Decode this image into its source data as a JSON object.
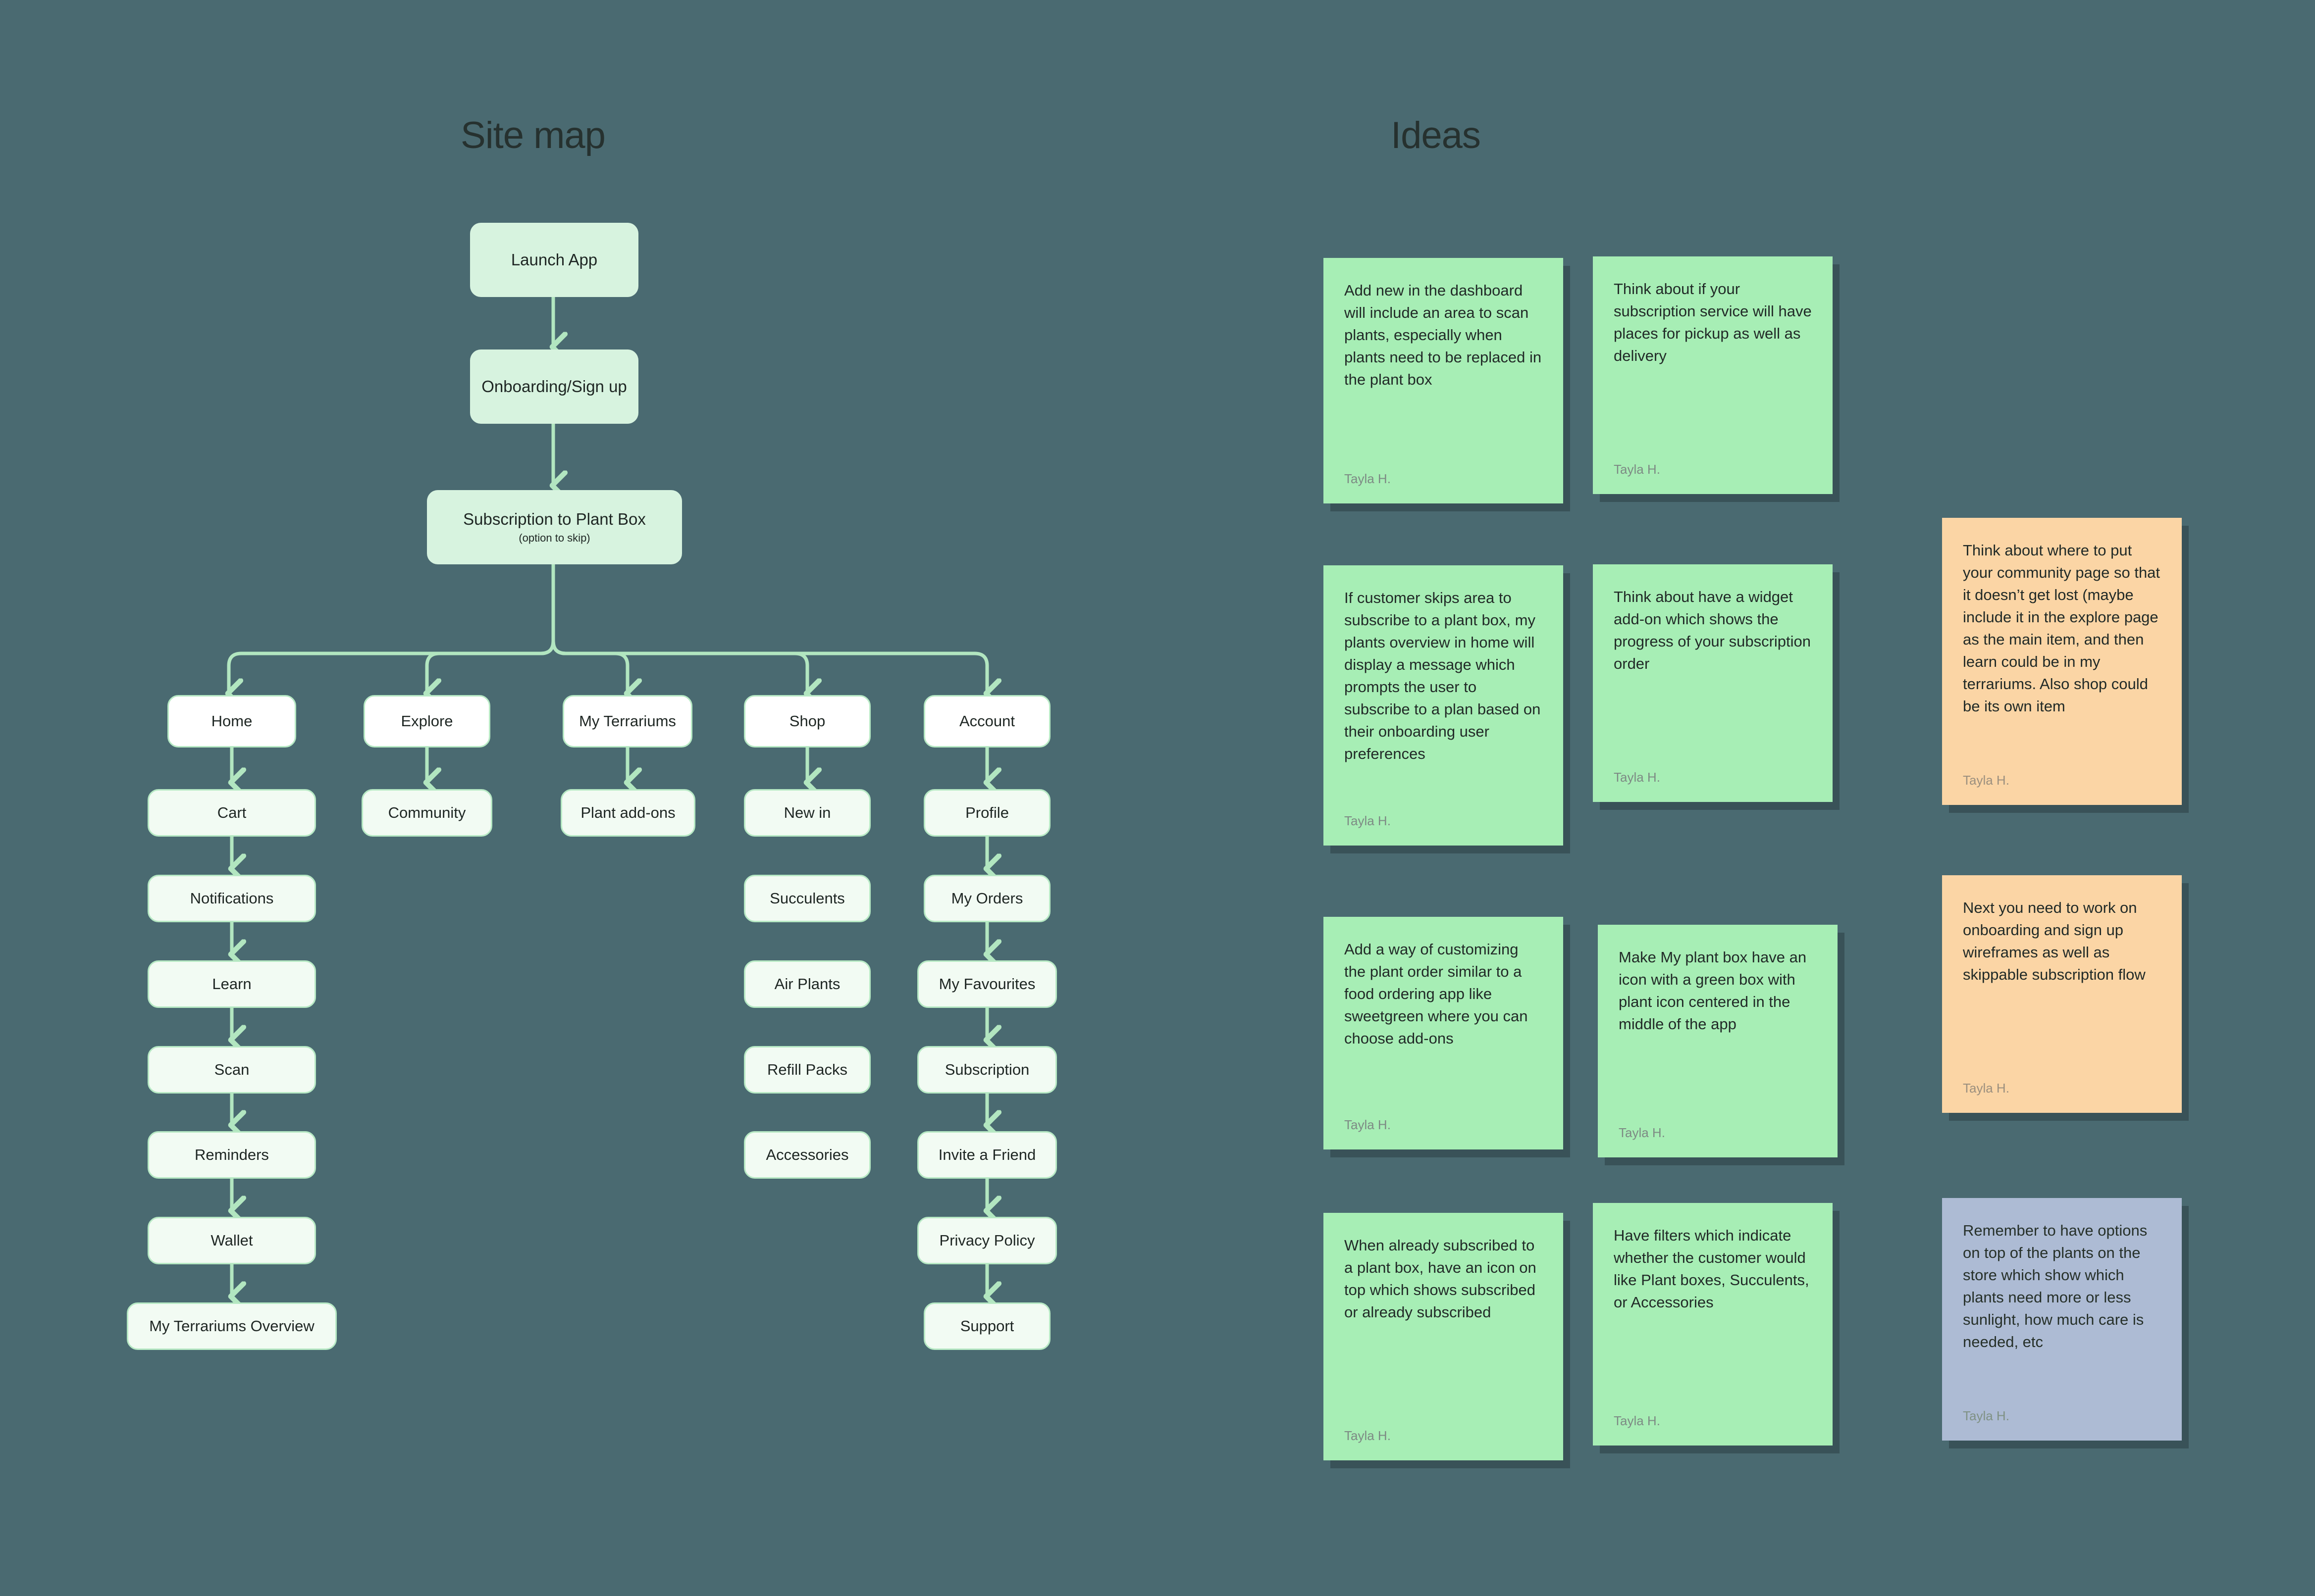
{
  "sections": {
    "sitemap_title": "Site map",
    "ideas_title": "Ideas"
  },
  "colors": {
    "canvas": "#4a6a71",
    "node_mint": "#d7f3df",
    "node_primary": "#ffffff",
    "node_sub": "#f2fbf3",
    "node_border": "#b7e9c4",
    "connector": "#b2e6c0",
    "note_green": "#a7eeb5",
    "note_orange": "#fbd5a5",
    "note_blue": "#adbbd4"
  },
  "sitemap": {
    "root": [
      {
        "label": "Launch App",
        "sub": ""
      },
      {
        "label": "Onboarding/Sign up",
        "sub": ""
      },
      {
        "label": "Subscription to Plant Box",
        "sub": "(option to skip)"
      }
    ],
    "columns": [
      {
        "primary": "Home",
        "children": [
          "Cart",
          "Notifications",
          "Learn",
          "Scan",
          "Reminders",
          "Wallet",
          "My Terrariums Overview"
        ]
      },
      {
        "primary": "Explore",
        "children": [
          "Community"
        ]
      },
      {
        "primary": "My Terrariums",
        "children": [
          "Plant add-ons"
        ]
      },
      {
        "primary": "Shop",
        "children": [
          "New in",
          "Succulents",
          "Air Plants",
          "Refill Packs",
          "Accessories"
        ]
      },
      {
        "primary": "Account",
        "children": [
          "Profile",
          "My Orders",
          "My Favourites",
          "Subscription",
          "Invite a Friend",
          "Privacy Policy",
          "Support"
        ]
      }
    ]
  },
  "ideas": {
    "notes": [
      {
        "color": "green",
        "text": "Add new in the dashboard will include an area to scan plants, especially when plants need to be replaced in the plant box",
        "author": "Tayla H."
      },
      {
        "color": "green",
        "text": "Think about if your subscription service will have places for pickup as well as delivery",
        "author": "Tayla H."
      },
      {
        "color": "green",
        "text": "If customer skips area to subscribe to a plant box, my plants overview in home will display a message which prompts the user to subscribe to a plan based on their onboarding user preferences",
        "author": "Tayla H."
      },
      {
        "color": "green",
        "text": "Think about have a widget add-on which shows the progress of your subscription order",
        "author": "Tayla H."
      },
      {
        "color": "orange",
        "text": "Think about where to put your community page so that it doesn’t get lost (maybe include it in the explore page as the main item, and then learn could be in my terrariums. Also shop could be its own item",
        "author": "Tayla H."
      },
      {
        "color": "green",
        "text": "Add a way of customizing the plant order similar to a food ordering app like sweetgreen where you can choose add-ons",
        "author": "Tayla H."
      },
      {
        "color": "green",
        "text": "Make My plant box have an icon with a green box with plant icon centered in the middle of the app",
        "author": "Tayla H."
      },
      {
        "color": "orange",
        "text": "Next you need to work on onboarding and sign up wireframes as well as skippable subscription flow",
        "author": "Tayla H."
      },
      {
        "color": "green",
        "text": "When already subscribed to a plant box, have an icon on top which shows subscribed or already subscribed",
        "author": "Tayla H."
      },
      {
        "color": "green",
        "text": "Have filters which indicate whether the customer would like Plant boxes, Succulents, or Accessories",
        "author": "Tayla H."
      },
      {
        "color": "blue",
        "text": "Remember to have options on top of the plants on the store which show which plants need more or less sunlight, how much care is needed, etc",
        "author": "Tayla H."
      }
    ]
  }
}
